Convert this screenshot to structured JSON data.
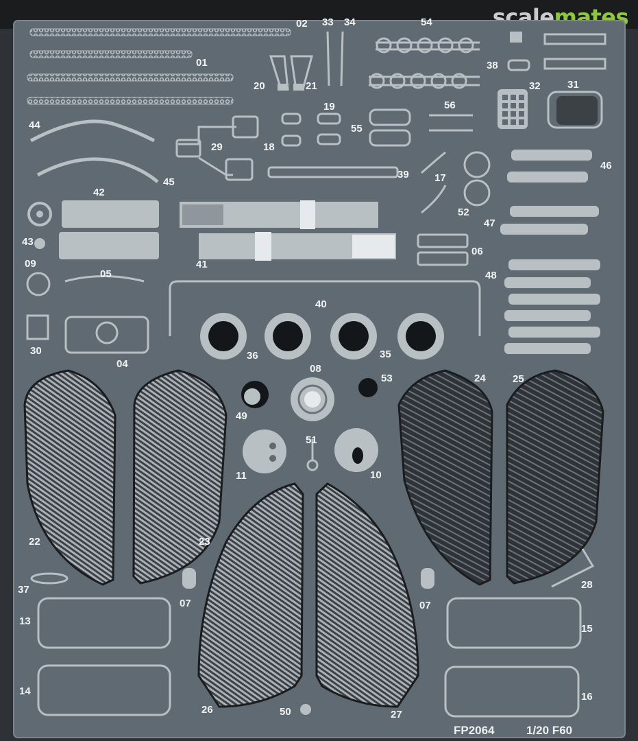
{
  "watermark": {
    "part_a": "scale",
    "part_b": "mates",
    "color_a": "#c8ccce",
    "color_b": "#8fc63f"
  },
  "sheet": {
    "code": "FP2064",
    "scale_model": "1/20 F60",
    "plate_color": "#5f6a73",
    "part_color": "#b9c0c4"
  },
  "labels": [
    "01",
    "02",
    "33",
    "34",
    "54",
    "38",
    "32",
    "31",
    "20",
    "21",
    "19",
    "56",
    "18",
    "55",
    "29",
    "44",
    "45",
    "39",
    "46",
    "42",
    "17",
    "52",
    "43",
    "41",
    "47",
    "06",
    "09",
    "05",
    "48",
    "40",
    "30",
    "04",
    "36",
    "35",
    "08",
    "53",
    "24",
    "25",
    "49",
    "11",
    "51",
    "10",
    "22",
    "23",
    "28",
    "37",
    "07",
    "07",
    "13",
    "15",
    "14",
    "26",
    "50",
    "27",
    "16"
  ]
}
